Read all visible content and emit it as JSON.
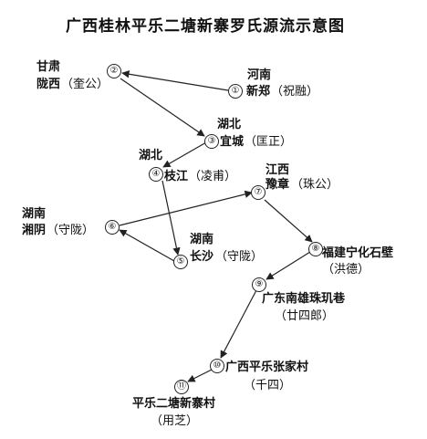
{
  "title": "广西桂林平乐二塘新寨罗氏源流示意图",
  "nodes": [
    {
      "num": "①",
      "province": "河南",
      "place": "新郑",
      "person": "（祝融）"
    },
    {
      "num": "②",
      "province": "甘肃",
      "place": "陇西",
      "person": "（奎公）"
    },
    {
      "num": "③",
      "province": "湖北",
      "place": "宜城",
      "person": "（匡正）"
    },
    {
      "num": "④",
      "province": "湖北",
      "place": "枝江",
      "person": "（凌甫）"
    },
    {
      "num": "⑤",
      "province": "湖南",
      "place": "长沙",
      "person": "（守陇）"
    },
    {
      "num": "⑥",
      "province": "湖南",
      "place": "湘阴",
      "person": "（守陇）"
    },
    {
      "num": "⑦",
      "province": "江西",
      "place": "豫章",
      "person": "（珠公）"
    },
    {
      "num": "⑧",
      "province": "",
      "place": "福建宁化石壁",
      "person": "（洪德）"
    },
    {
      "num": "⑨",
      "province": "",
      "place": "广东南雄珠玑巷",
      "person": "（廿四郎）"
    },
    {
      "num": "⑩",
      "province": "",
      "place": "广西平乐张家村",
      "person": "（千四）"
    },
    {
      "num": "⑪",
      "province": "",
      "place": "平乐二塘新寨村",
      "person": "（用芝）"
    }
  ],
  "colors": {
    "line": "#222222",
    "text": "#111111",
    "background": "#ffffff"
  }
}
